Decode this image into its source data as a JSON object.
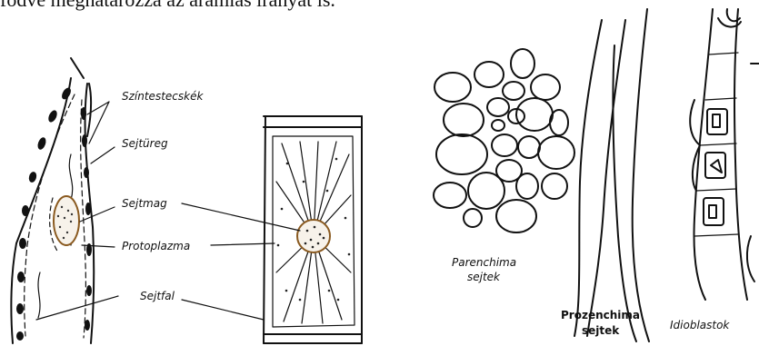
{
  "header": {
    "text": "födve meghatározza az áramlás irányát is."
  },
  "labels": {
    "szintestecskek": "Színtestecskék",
    "sejtureg": "Sejtüreg",
    "sejtmag": "Sejtmag",
    "protoplazma": "Protoplazma",
    "sejtfal": "Sejtfal",
    "parenchima_line1": "Parenchima",
    "parenchima_line2": "sejtek",
    "prozenchima_line1": "Prozenchima",
    "prozenchima_line2": "sejtek",
    "idioblastok": "Idioblastok"
  }
}
